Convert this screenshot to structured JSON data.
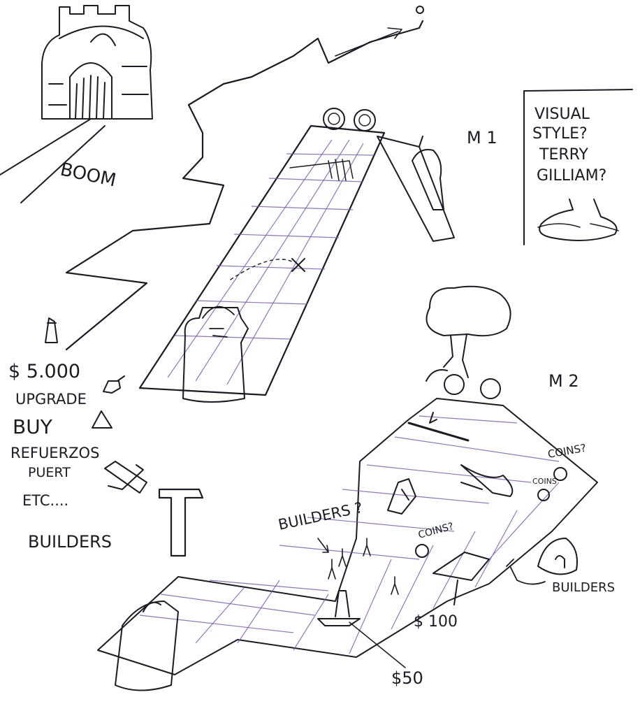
{
  "annotations": {
    "boom": "BOOM",
    "m1": "M 1",
    "m2": "M 2",
    "visual_style_line1": "VISUAL",
    "visual_style_line2": "STYLE?",
    "visual_style_line3": "TERRY",
    "visual_style_line4": "GILLIAM?",
    "coins_top": "COINS?",
    "coins_small": "COINS",
    "coins_mid": "COINS?",
    "builders_q": "BUILDERS ?",
    "builders_right": "BUILDERS",
    "price_100": "$ 100",
    "price_50": "$50"
  },
  "menu": {
    "money": "$ 5.000",
    "upgrade": "UPGRADE",
    "buy": "BUY",
    "refuerzos": "REFUERZOS",
    "puert": "PUERT",
    "etc": "ETC....",
    "builders": "BUILDERS"
  },
  "colors": {
    "ink": "#1c1a22",
    "grid": "#7a5fa8",
    "paper": "#ffffff"
  }
}
